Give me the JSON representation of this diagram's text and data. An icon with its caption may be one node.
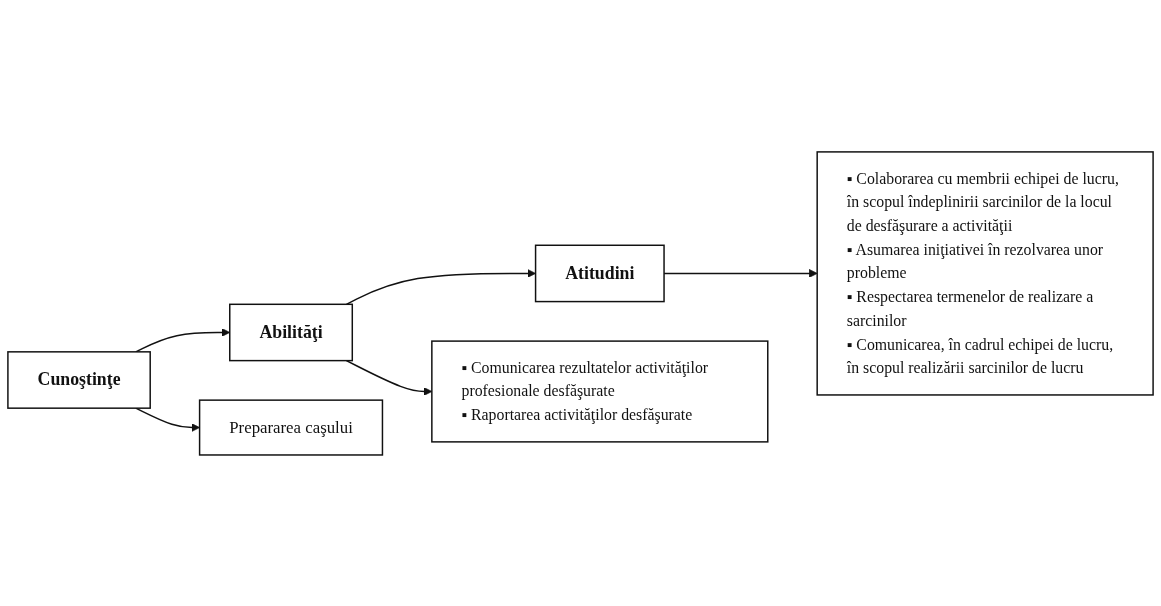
{
  "diagram": {
    "nodes": [
      {
        "text": [
          "Cunoştinţe"
        ]
      },
      {
        "text": [
          "Abilităţi"
        ]
      },
      {
        "text": [
          "Atitudini"
        ]
      },
      {
        "text": [
          "Prepararea caşului"
        ]
      },
      {
        "text": [
          "▪ Comunicarea rezultatelor activităţilor profesionale desfăşurate",
          "▪ Raportarea activităţilor desfăşurate"
        ]
      },
      {
        "text": [
          "▪ Colaborarea cu membrii echipei de lucru, în scopul îndeplinirii sarcinilor de la locul de desfăşurare a activităţii",
          "▪ Asumarea iniţiativei în rezolvarea unor probleme",
          "▪ Respectarea termenelor de realizare a sarcinilor",
          "▪ Comunicarea, în cadrul echipei de lucru, în scopul realizării sarcinilor de lucru"
        ]
      }
    ],
    "edges": [
      {
        "from": 0,
        "to": 1,
        "arrow": "to"
      },
      {
        "from": 1,
        "to": 2,
        "arrow": "to"
      },
      {
        "from": 0,
        "to": 3,
        "arrow": "to"
      },
      {
        "from": 1,
        "to": 4,
        "arrow": "to"
      },
      {
        "from": 2,
        "to": 5,
        "arrow": "to"
      }
    ]
  }
}
